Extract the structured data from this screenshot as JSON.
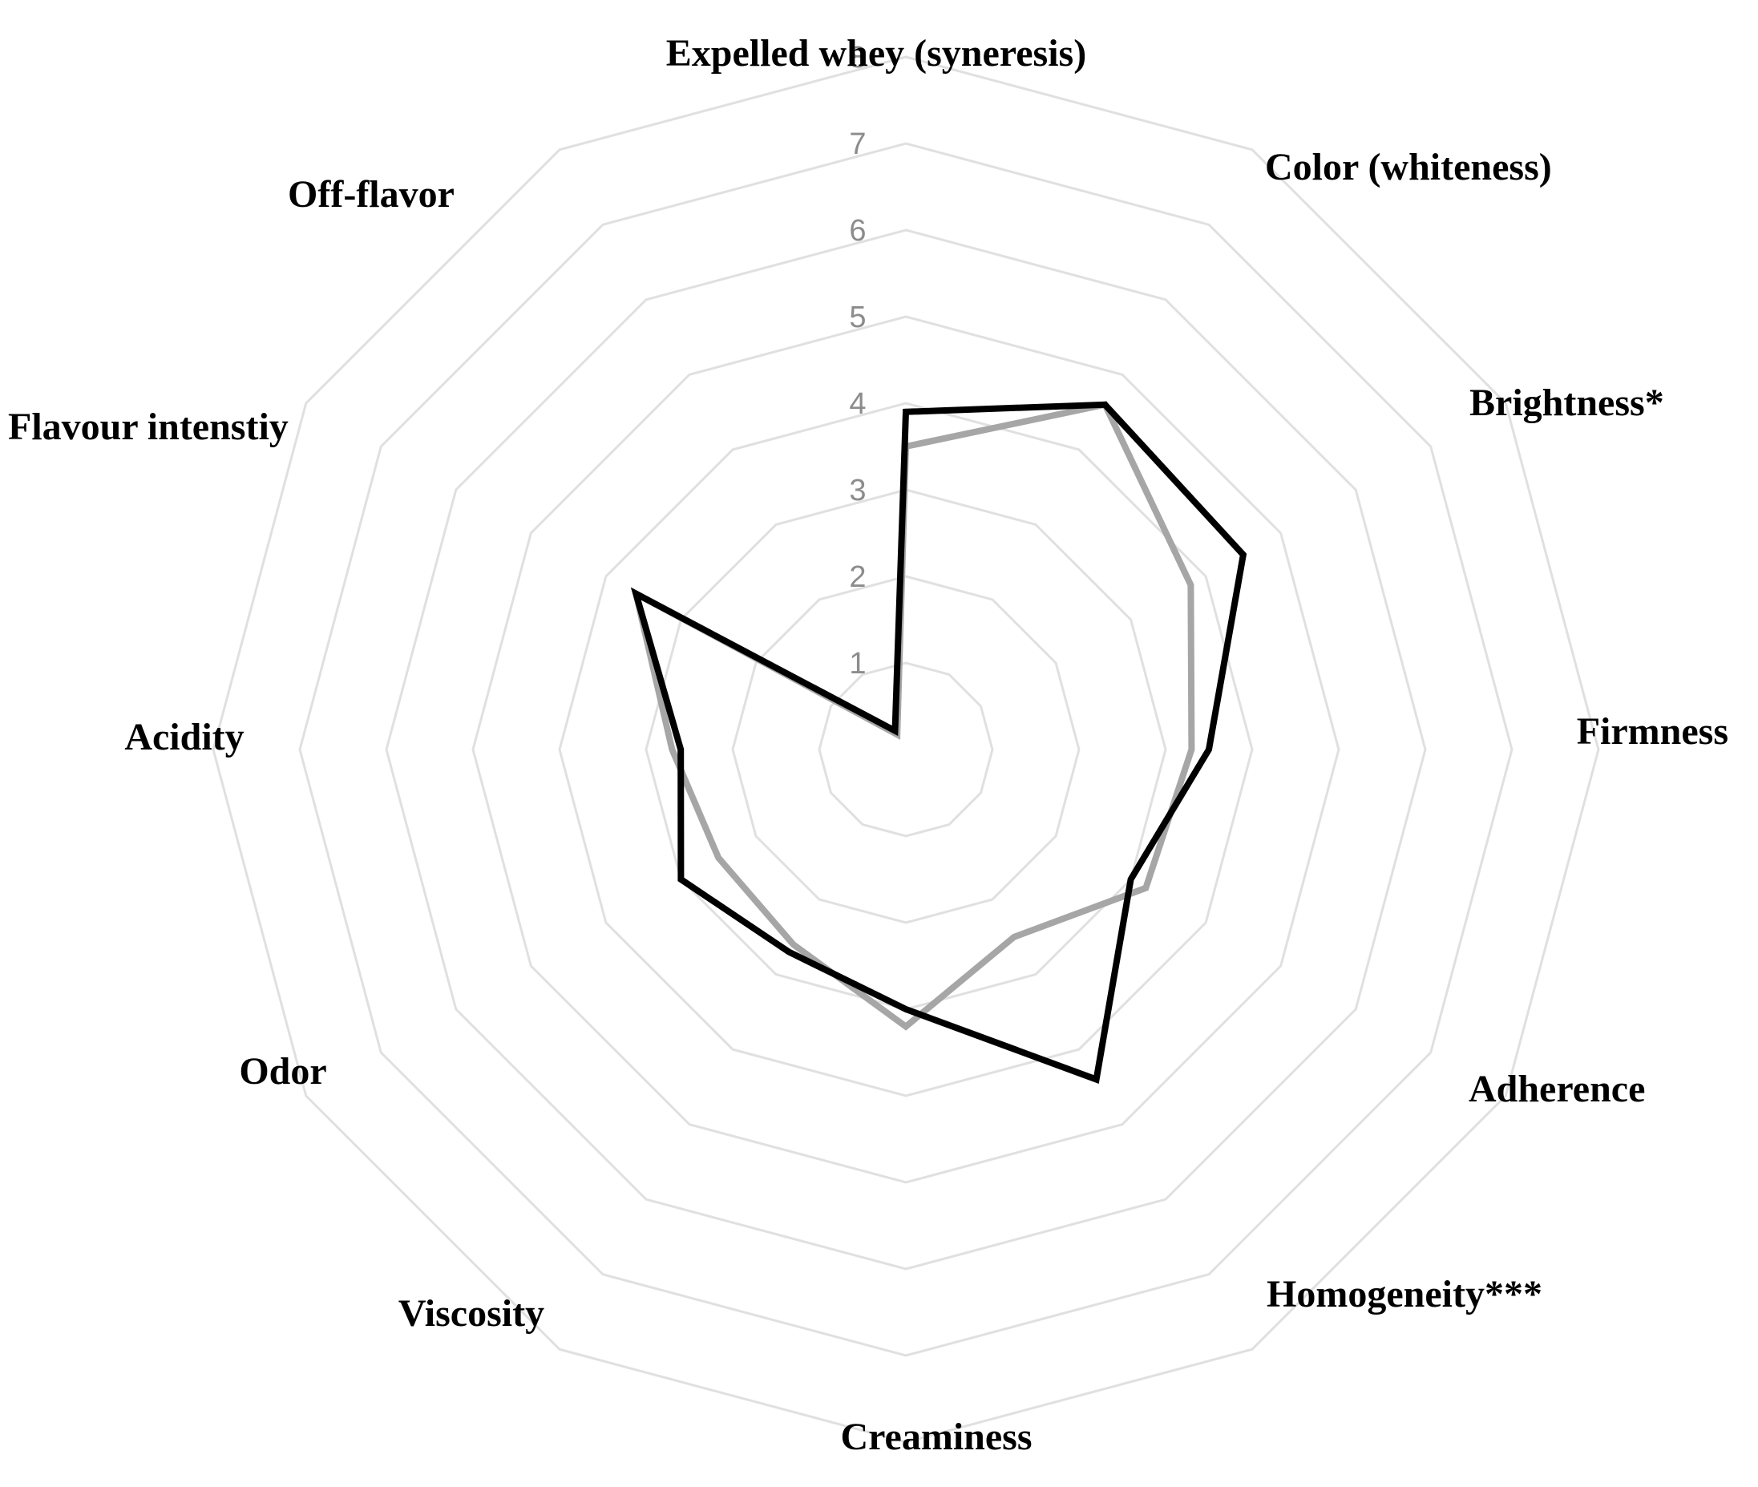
{
  "chart_data": {
    "type": "radar",
    "axes": [
      "Expelled whey (syneresis)",
      "Color (whiteness)",
      "Brightness*",
      "Firmness",
      "Adherence",
      "Homogeneity***",
      "Creaminess",
      "Viscosity",
      "Odor",
      "Acidity",
      "Flavour intenstiy",
      "Off-flavor"
    ],
    "rlim": [
      0,
      8
    ],
    "ticks": [
      "1",
      "2",
      "3",
      "4",
      "5",
      "6",
      "7",
      "8"
    ],
    "grid": true,
    "series": [
      {
        "color": "#000000",
        "values": [
          3.9,
          4.6,
          4.5,
          3.5,
          3.0,
          4.4,
          3.0,
          2.7,
          3.0,
          2.6,
          3.6,
          0.25
        ]
      },
      {
        "color": "#a6a6a6",
        "values": [
          3.5,
          4.6,
          3.8,
          3.3,
          3.2,
          2.5,
          3.2,
          2.6,
          2.5,
          2.7,
          3.6,
          0.2
        ]
      }
    ]
  }
}
